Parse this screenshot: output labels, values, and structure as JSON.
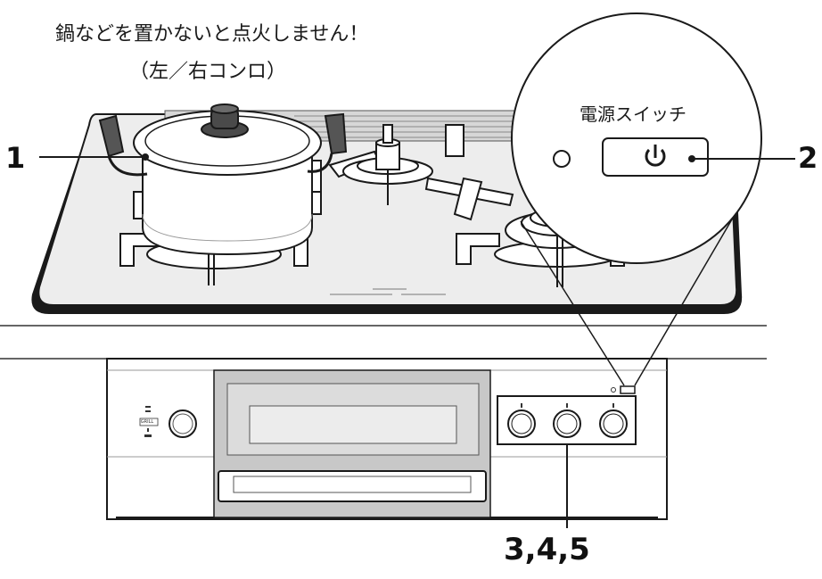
{
  "captions": {
    "warning": "鍋などを置かないと点火しません！",
    "burners": "（左／右コンロ）"
  },
  "zoom": {
    "title": "電源スイッチ"
  },
  "callouts": {
    "pot": "1",
    "power_switch": "2",
    "knobs": "3,4,5"
  },
  "panel": {
    "grill_label": "GRILL"
  },
  "icons": [
    "power-icon",
    "indicator-lamp-icon",
    "pot-icon",
    "knob-icon"
  ],
  "colors": {
    "line": "#1a1a1a",
    "panel_gray": "#c8c8c8",
    "glass_gray": "#ededed"
  }
}
